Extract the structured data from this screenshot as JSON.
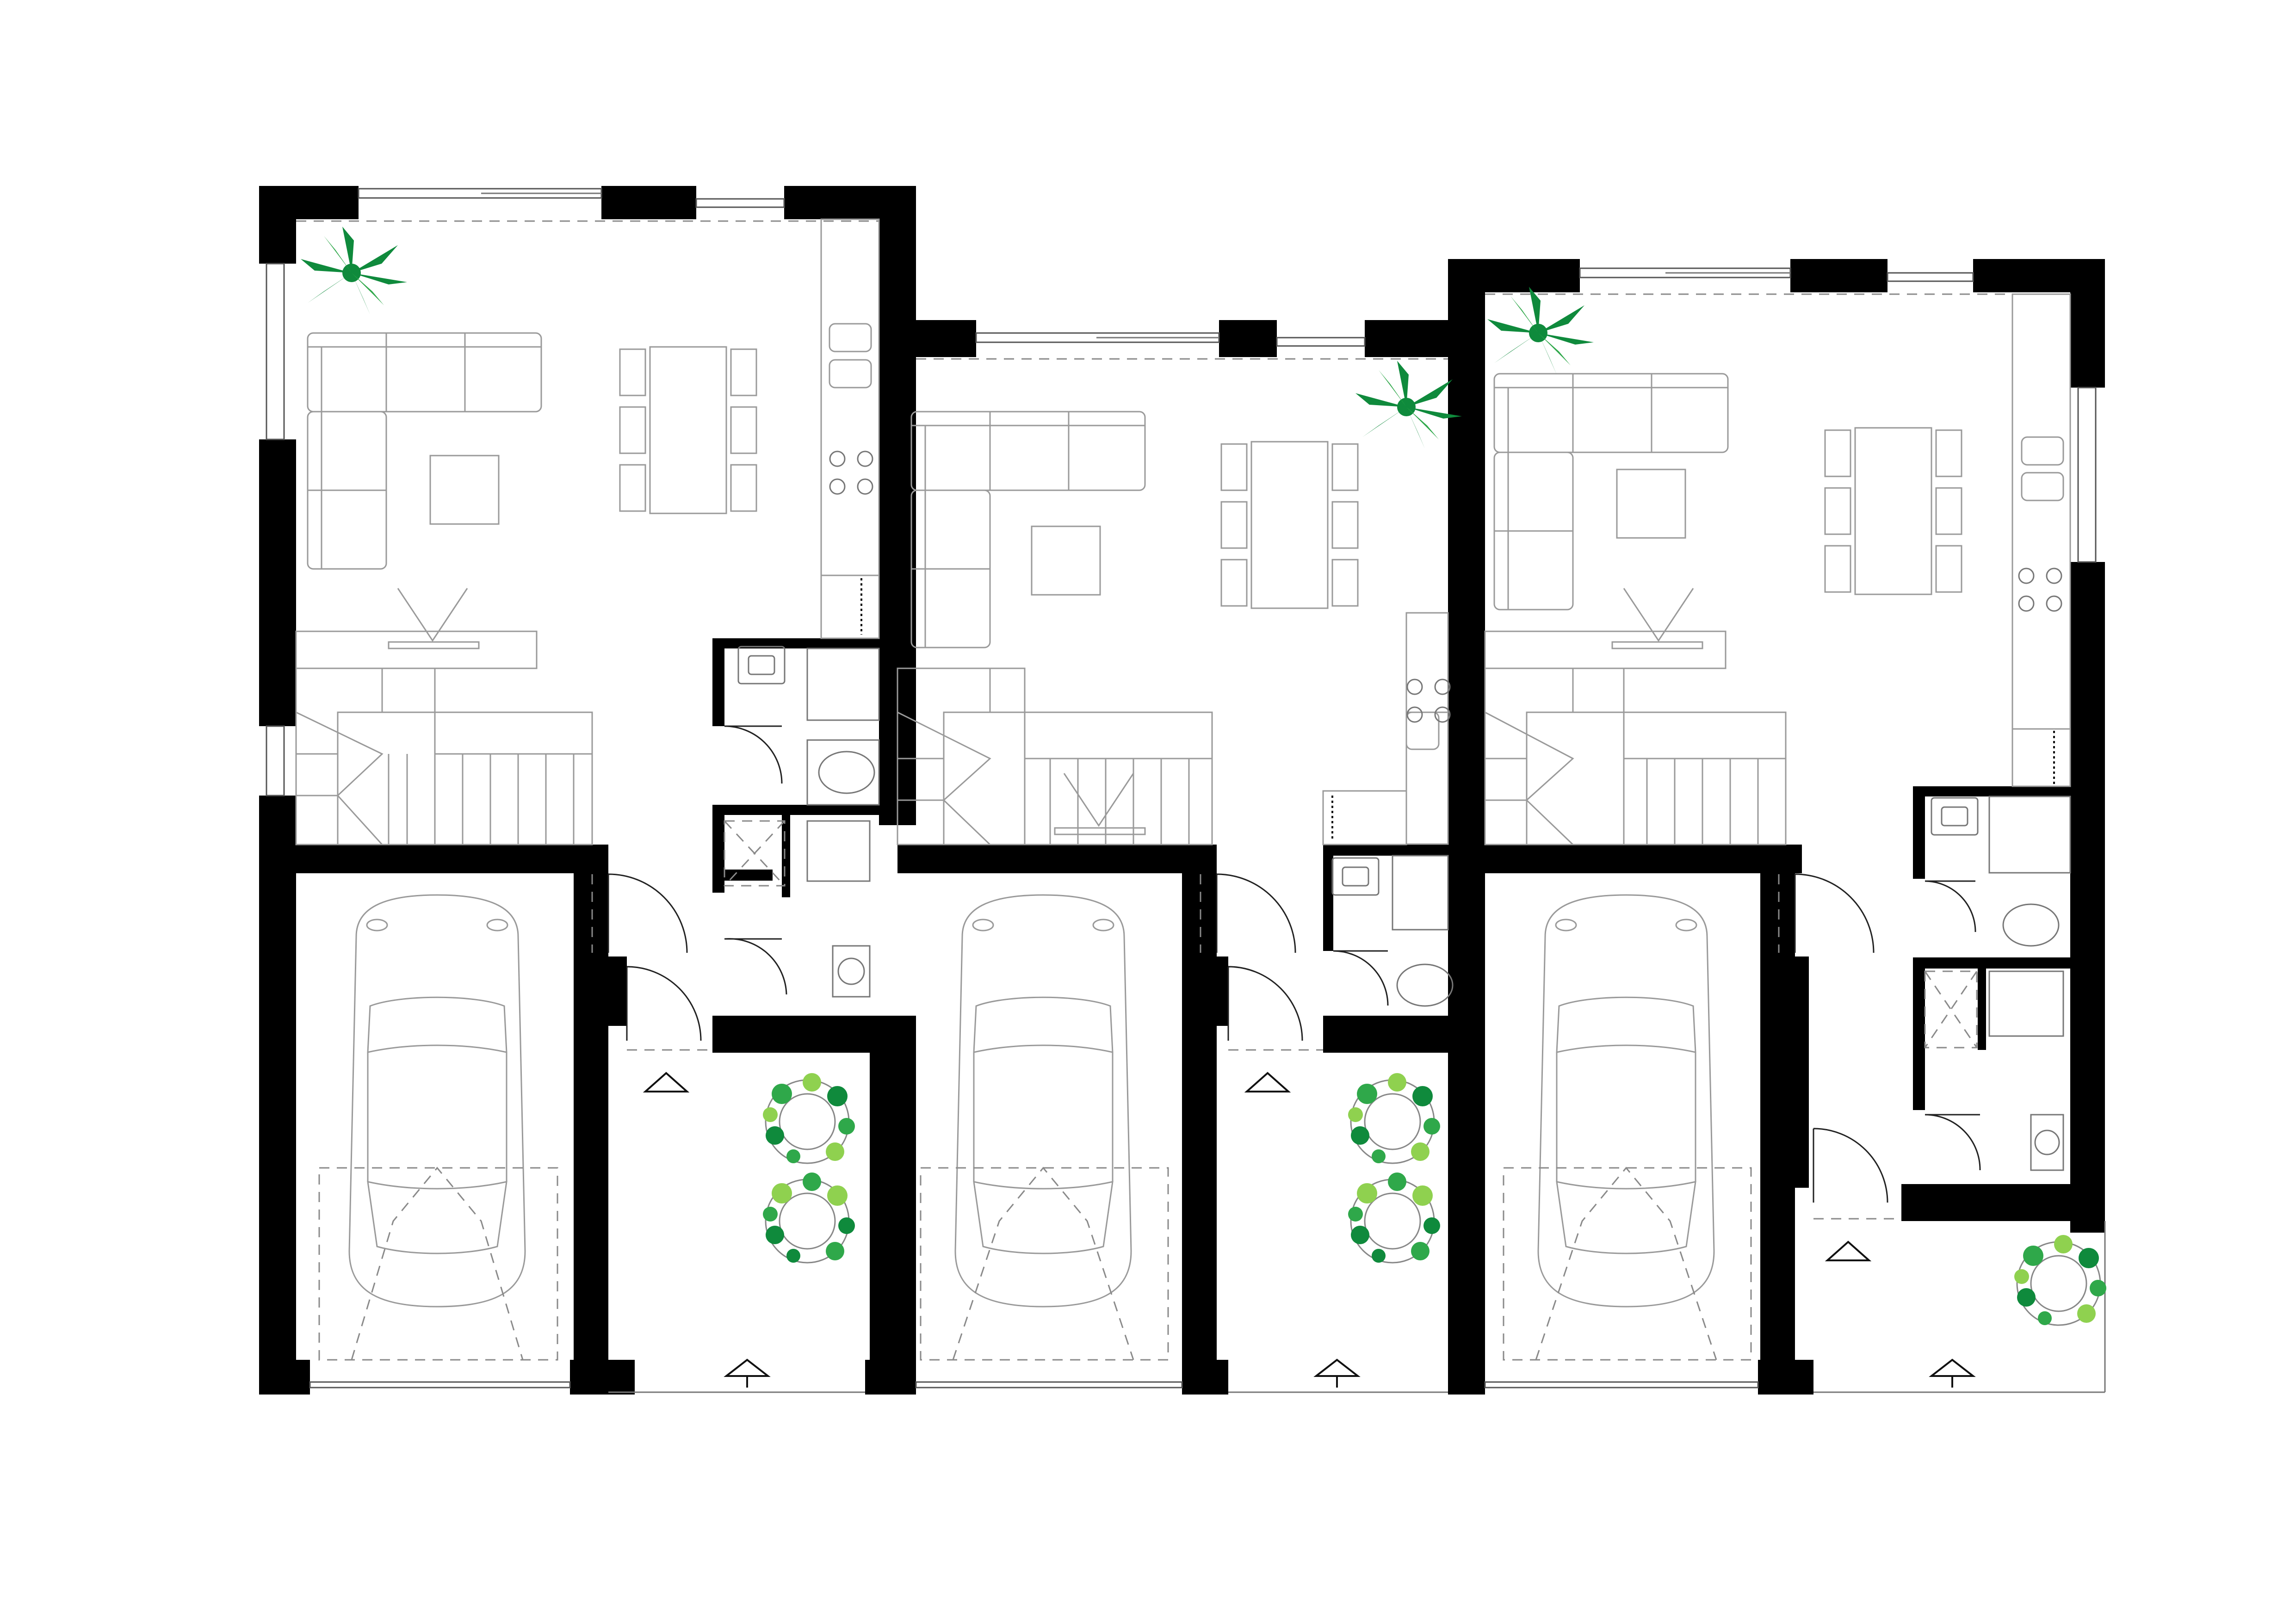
{
  "drawing": {
    "background": "#ffffff",
    "wall_color": "#000000",
    "plant_colors": [
      "#0f8a3c",
      "#2fa84a",
      "#8fd14f"
    ]
  },
  "units": [
    {
      "name": "unit-left",
      "rooms": [
        "living-room",
        "kitchen",
        "dining-area",
        "staircase",
        "bathroom",
        "utility-room",
        "garage",
        "entrance-yard"
      ]
    },
    {
      "name": "unit-middle",
      "rooms": [
        "living-room",
        "kitchen",
        "dining-area",
        "staircase",
        "bathroom",
        "garage",
        "entrance-yard"
      ]
    },
    {
      "name": "unit-right",
      "rooms": [
        "living-room",
        "kitchen",
        "dining-area",
        "staircase",
        "bathroom",
        "utility-room",
        "garage",
        "entrance-yard"
      ]
    }
  ],
  "icons": [
    "sofa-icon",
    "coffee-table-icon",
    "dining-table-icon",
    "stove-icon",
    "sink-icon",
    "toilet-icon",
    "shower-icon",
    "washing-machine-icon",
    "car-icon",
    "palm-plant-icon",
    "shrub-icon",
    "entrance-arrow-icon"
  ]
}
